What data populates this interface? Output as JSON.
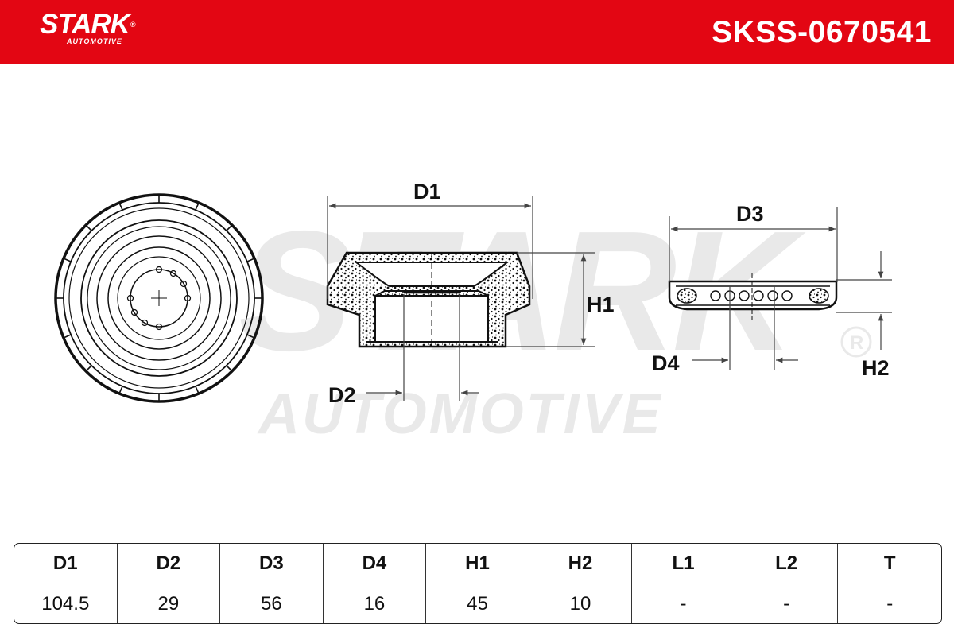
{
  "header": {
    "brand_name": "STARK",
    "brand_reg": "®",
    "brand_sub": "AUTOMOTIVE",
    "part_number": "SKSS-0670541",
    "color": "#e30613"
  },
  "watermark": {
    "line1": "STARK",
    "line2": "AUTOMOTIVE",
    "reg": "®"
  },
  "dimension_labels": {
    "d1": "D1",
    "d2": "D2",
    "d3": "D3",
    "d4": "D4",
    "h1": "H1",
    "h2": "H2"
  },
  "spec_table": {
    "headers": [
      "D1",
      "D2",
      "D3",
      "D4",
      "H1",
      "H2",
      "L1",
      "L2",
      "T"
    ],
    "values": [
      "104.5",
      "29",
      "56",
      "16",
      "45",
      "10",
      "-",
      "-",
      "-"
    ]
  }
}
